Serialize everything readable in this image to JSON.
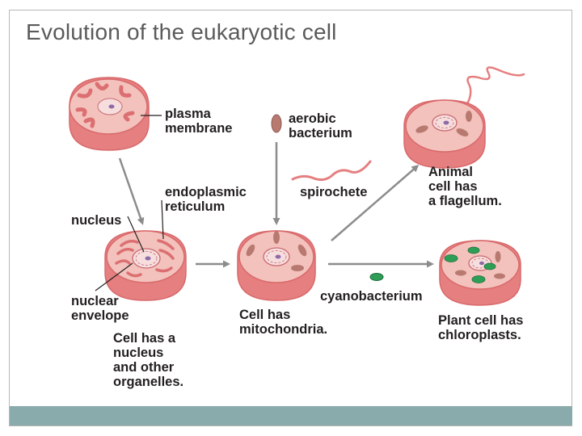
{
  "slide": {
    "title": "Evolution of the eukaryotic cell",
    "footer_color": "#8aabab",
    "title_color": "#5a5a5a"
  },
  "diagram": {
    "colors": {
      "cell_fill": "#f3c2bc",
      "cell_side": "#e57f80",
      "cell_outline": "#d9696b",
      "membrane_folds": "#dc6f72",
      "nucleus_fill": "#f7dede",
      "nucleus_line": "#c96a70",
      "mitochondria": "#b87a70",
      "chloroplast": "#2e9e56",
      "arrow": "#8c8c8c",
      "text": "#231f20"
    },
    "labels": {
      "plasma_membrane": [
        "plasma",
        "membrane"
      ],
      "endoplasmic_reticulum": [
        "endoplasmic",
        "reticulum"
      ],
      "nucleus": "nucleus",
      "nuclear_envelope": [
        "nuclear",
        "envelope"
      ],
      "cell_has_nucleus": [
        "Cell has a",
        "nucleus",
        "and other",
        "organelles."
      ],
      "aerobic_bacterium": [
        "aerobic",
        "bacterium"
      ],
      "spirochete": "spirochete",
      "cell_has_mitochondria": [
        "Cell has",
        "mitochondria."
      ],
      "cyanobacterium": "cyanobacterium",
      "animal_cell": [
        "Animal",
        "cell has",
        "a flagellum."
      ],
      "plant_cell": [
        "Plant cell has",
        "chloroplasts."
      ]
    }
  }
}
